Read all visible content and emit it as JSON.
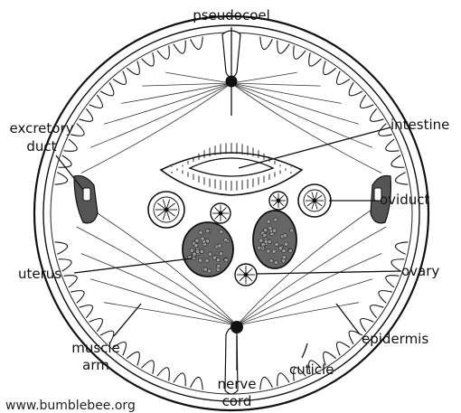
{
  "labels": {
    "pseudocoel": "pseudocoel",
    "excretory_duct_line1": "excretory",
    "excretory_duct_line2": "duct",
    "intestine": "intestine",
    "oviduct": "oviduct",
    "uterus": "uterus",
    "ovary": "ovary",
    "muscle_arm_line1": "muscle",
    "muscle_arm_line2": "arm",
    "epidermis": "epidermis",
    "nerve_cord_line1": "nerve",
    "nerve_cord_line2": "cord",
    "cuticle": "cuticle"
  },
  "credit": "www.bumblebee.org",
  "colors": {
    "ink": "#111111",
    "background": "#ffffff",
    "fill_dark": "#555555"
  }
}
